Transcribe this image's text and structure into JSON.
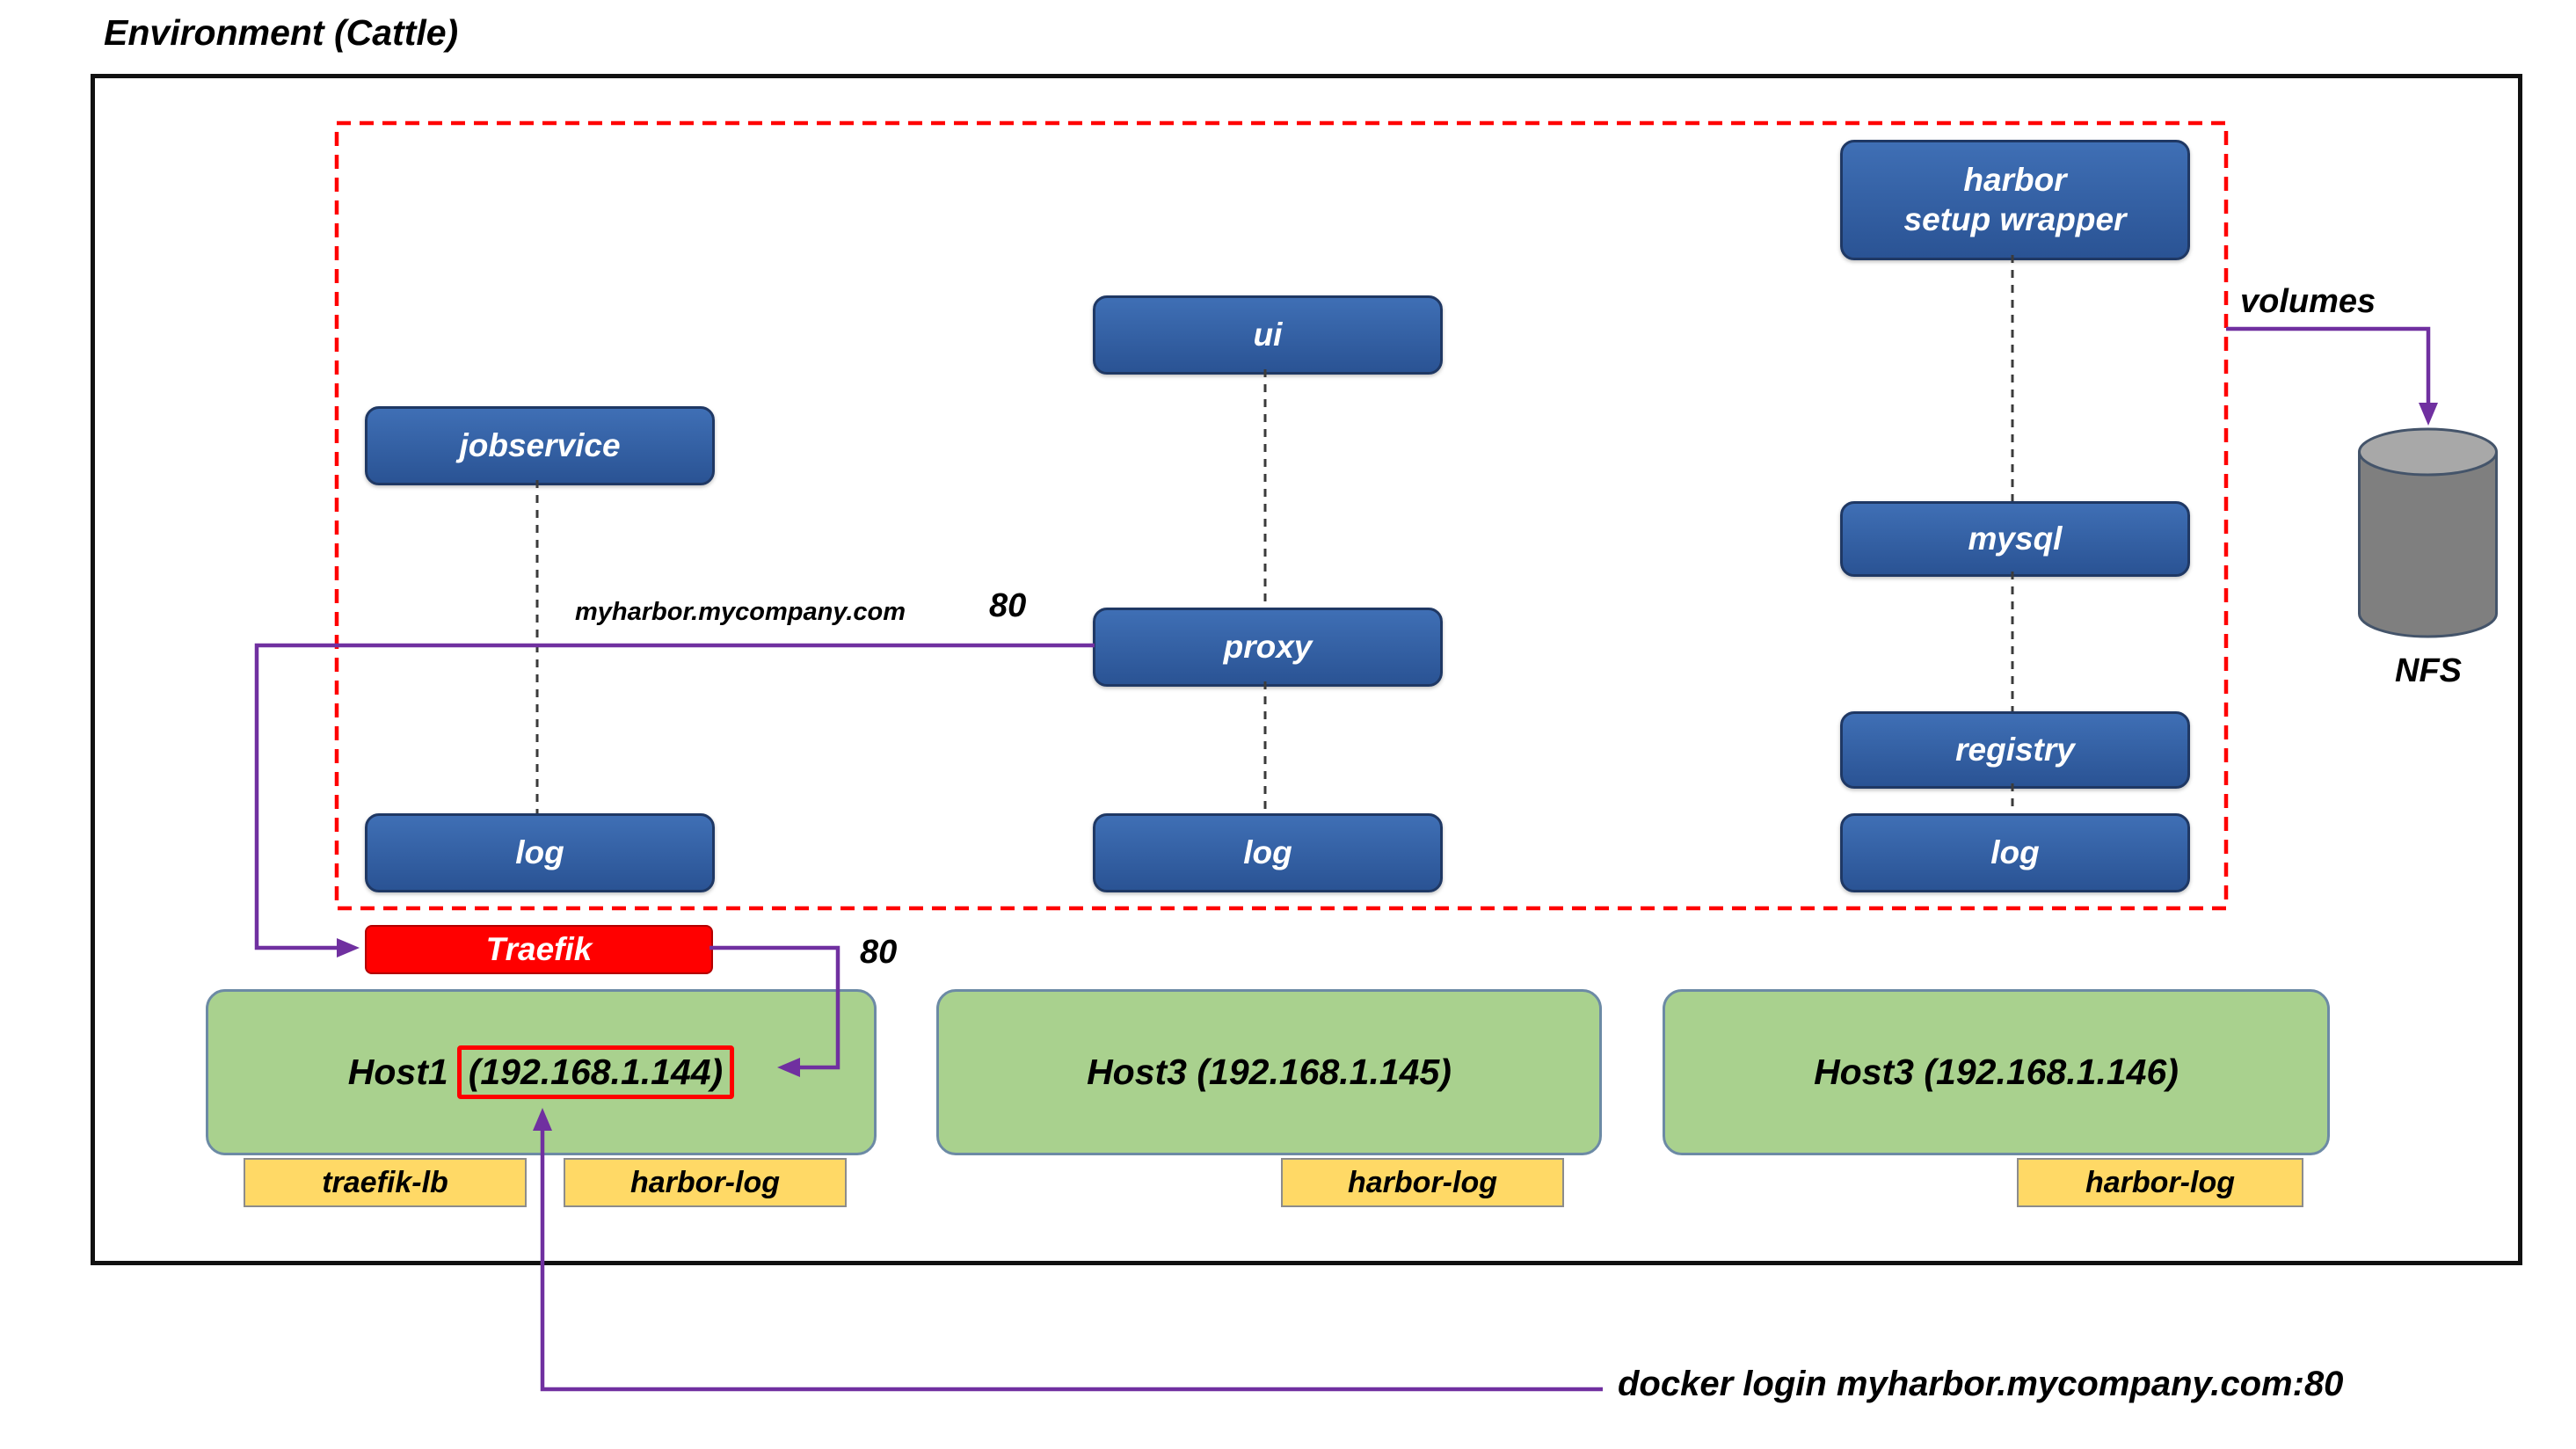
{
  "title": "Environment (Cattle)",
  "cluster": {
    "jobservice": "jobservice",
    "ui": "ui",
    "proxy": "proxy",
    "wrapper_line1": "harbor",
    "wrapper_line2": "setup wrapper",
    "mysql": "mysql",
    "registry": "registry",
    "log_left": "log",
    "log_mid": "log",
    "log_right": "log"
  },
  "traefik_label": "Traefik",
  "nfs_label": "NFS",
  "edges": {
    "volumes_label": "volumes",
    "proxy_domain": "myharbor.mycompany.com",
    "proxy_port": "80",
    "traefik_port": "80",
    "docker_login": "docker login myharbor.mycompany.com:80"
  },
  "hosts": [
    {
      "name": "Host1",
      "ip": "(192.168.1.144)",
      "tags": [
        "traefik-lb",
        "harbor-log"
      ]
    },
    {
      "name": "Host3",
      "ip": "(192.168.1.145)",
      "tags": [
        "harbor-log"
      ]
    },
    {
      "name": "Host3",
      "ip": "(192.168.1.146)",
      "tags": [
        "harbor-log"
      ]
    }
  ],
  "colors": {
    "service_fill": "#2E5B9D",
    "service_border": "#1F3864",
    "traefik_fill": "#FF0000",
    "host_fill": "#A9D18E",
    "tag_fill": "#FFD966",
    "arrow": "#7030A0",
    "cluster_boundary": "#FF0000",
    "nfs_body": "#7F7F7F"
  }
}
